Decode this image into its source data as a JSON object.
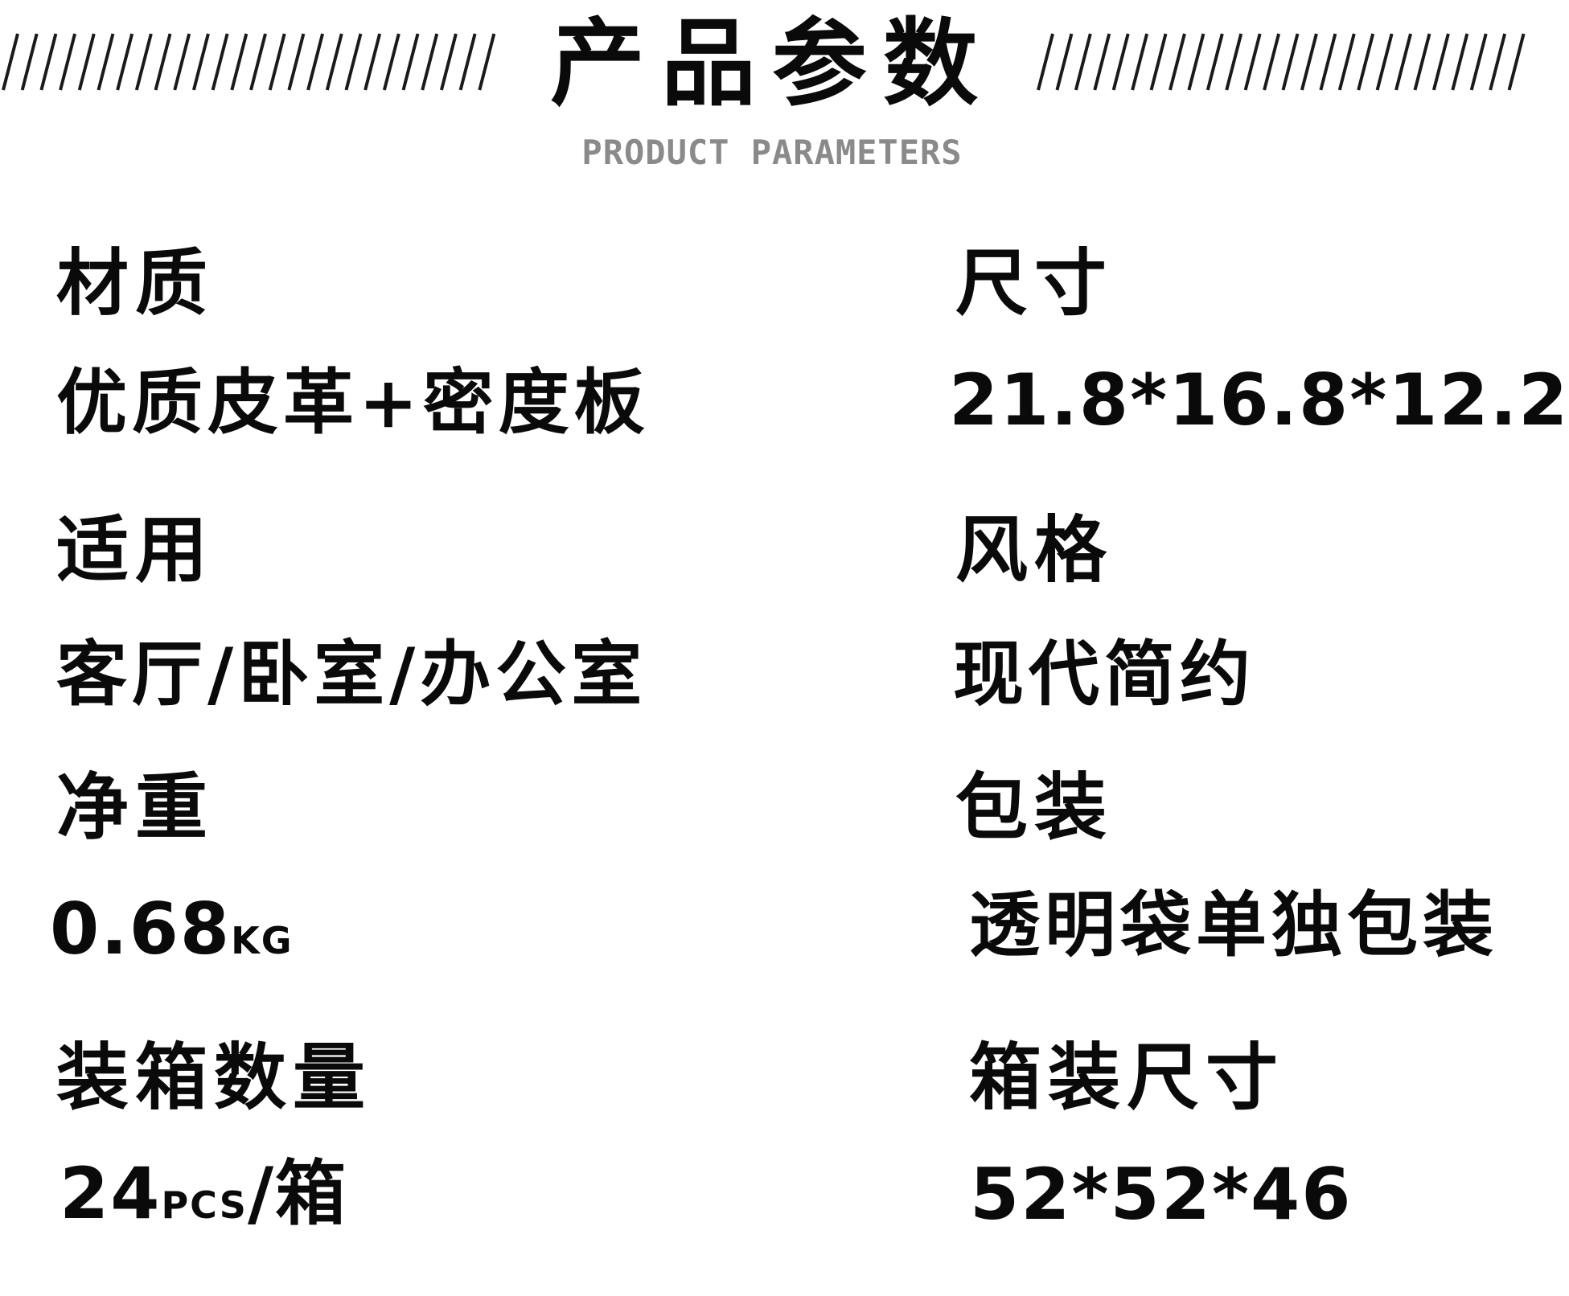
{
  "header": {
    "title": "产品参数",
    "subtitle": "PRODUCT PARAMETERS"
  },
  "params": {
    "material": {
      "label": "材质",
      "value": "优质皮革+密度板"
    },
    "size": {
      "label": "尺寸",
      "value": "21.8*16.8*12.2"
    },
    "usage": {
      "label": "适用",
      "value": "客厅/卧室/办公室"
    },
    "style": {
      "label": "风格",
      "value": "现代简约"
    },
    "net_weight": {
      "label": "净重",
      "value": "0.68",
      "unit": "KG"
    },
    "packaging": {
      "label": "包装",
      "value": "透明袋单独包装"
    },
    "carton_qty": {
      "label": "装箱数量",
      "value_num": "24",
      "value_unit": "PCS",
      "value_suffix": "/箱"
    },
    "carton_size": {
      "label": "箱装尺寸",
      "value": "52*52*46"
    }
  }
}
